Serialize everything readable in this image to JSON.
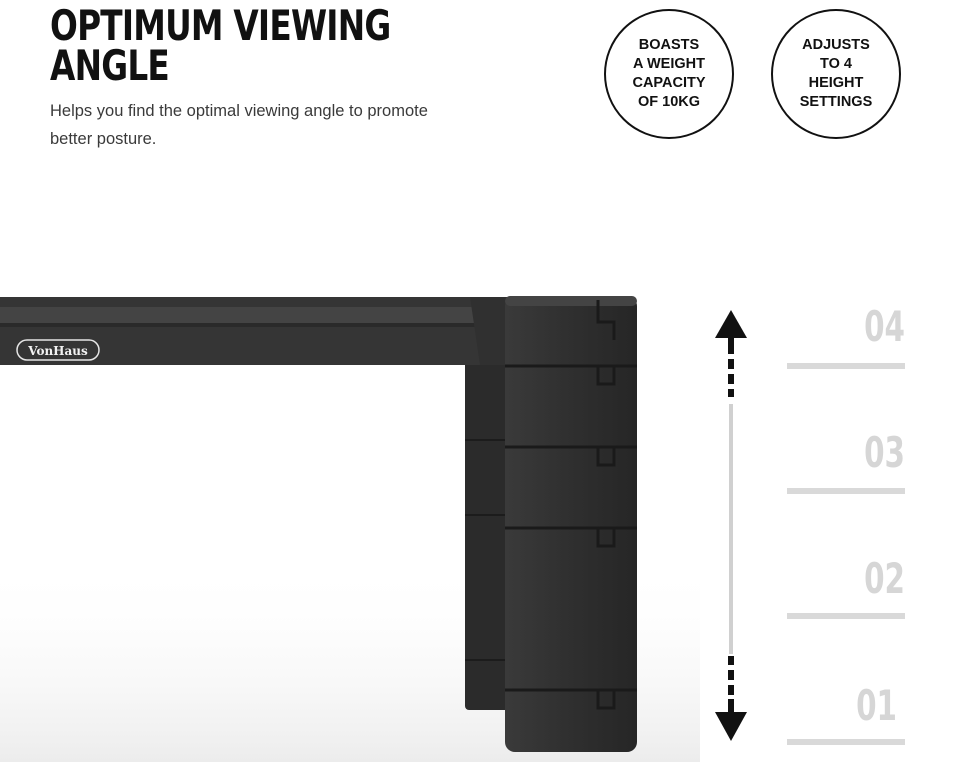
{
  "headline": {
    "line1": "OPTIMUM VIEWING",
    "line2": "ANGLE"
  },
  "description": "Helps you find the optimal viewing angle to promote better posture.",
  "badges": [
    {
      "text": "BOASTS\nA WEIGHT\nCAPACITY\nOF 10KG"
    },
    {
      "text": "ADJUSTS\nTO 4\nHEIGHT\nSETTINGS"
    }
  ],
  "product": {
    "brand_label": "VonHaus"
  },
  "height_levels": [
    {
      "label": "04"
    },
    {
      "label": "03"
    },
    {
      "label": "02"
    },
    {
      "label": "01"
    }
  ],
  "colors": {
    "text_dark": "#111111",
    "body_text": "#3a3a3a",
    "stand_dark": "#2e2e2e",
    "level_gray": "#d6d6d6",
    "arrow_black": "#111111"
  },
  "icons": {
    "height_arrow": "double-headed-vertical-arrow-icon"
  }
}
